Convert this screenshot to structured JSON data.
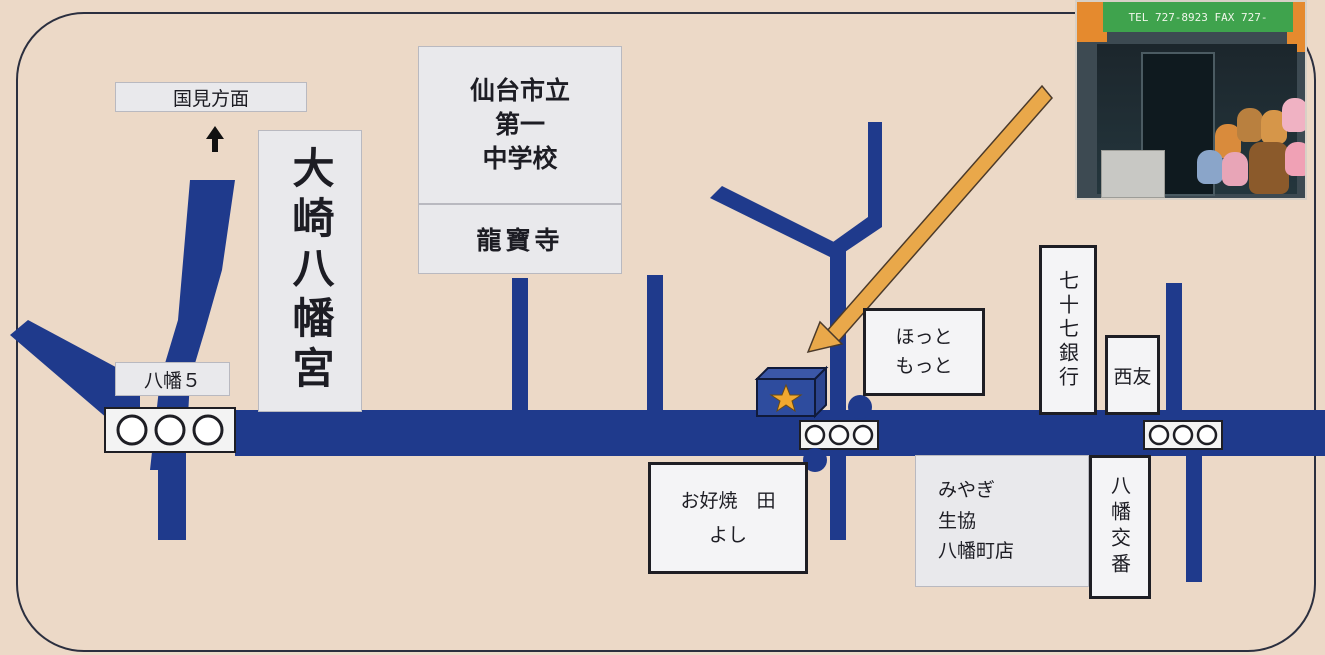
{
  "map": {
    "labels": {
      "kunimi": "国見方面",
      "hachiman5": "八幡５",
      "shrine": "大崎八幡宮",
      "school": "仙台市立\n第一\n中学校",
      "temple": "龍寶寺",
      "hotmotto": "ほっと\nもっと",
      "bank": "七十七銀行",
      "nishitomo": "西友",
      "okonomiyaki": "お好焼　田\nよし",
      "coop": "みやぎ\n生協\n八幡町店",
      "koban": "八幡交番"
    },
    "photo_sign": "TEL 727-8923 FAX 727-"
  },
  "colors": {
    "road": "#1f3a8c",
    "arrow": "#e9a84a",
    "star": "#f1a830"
  },
  "icons": {
    "north_arrow": "up-arrow-icon",
    "destination": "star-box-icon",
    "traffic_signal": "traffic-light-icon"
  }
}
